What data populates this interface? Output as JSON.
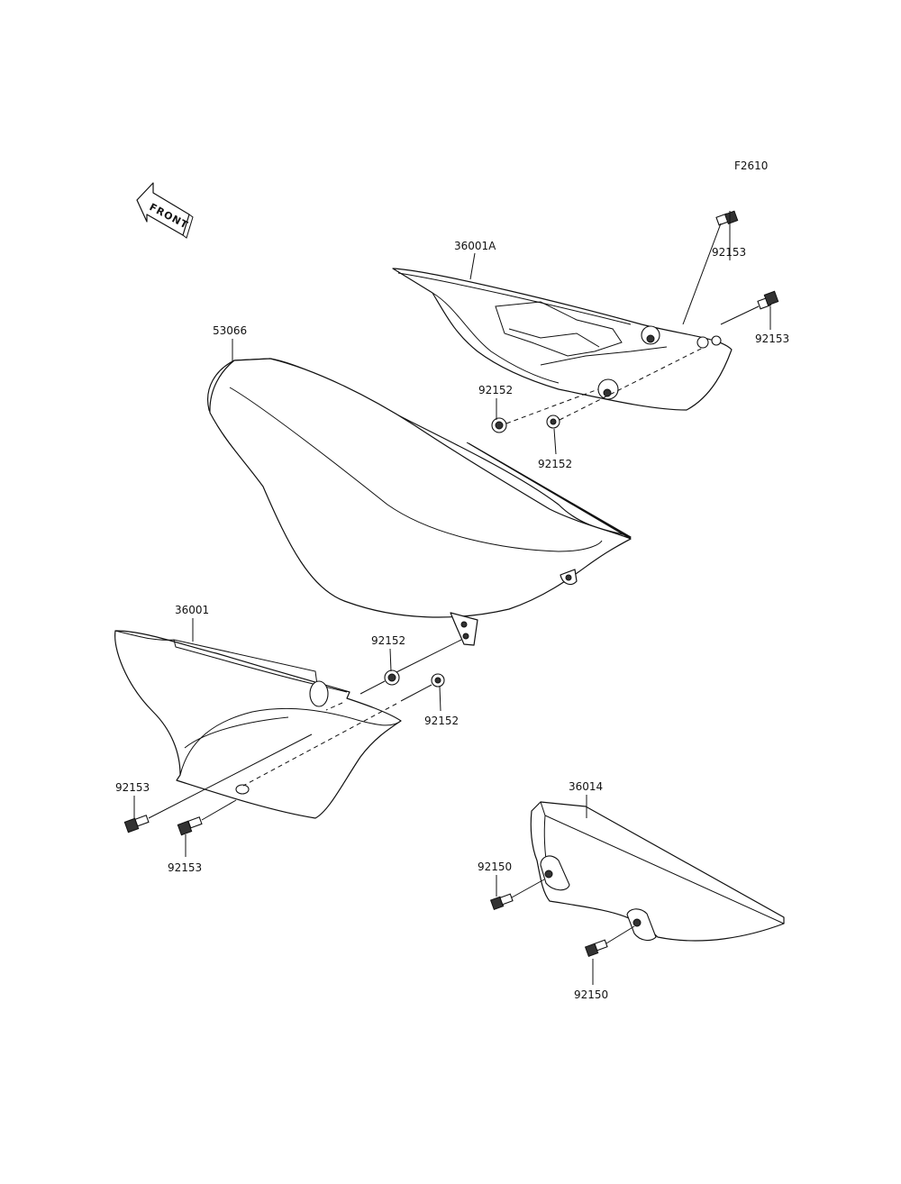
{
  "figure_code": "F2610",
  "front_arrow_label": "FRONT",
  "parts": {
    "side_cover_right": "36001A",
    "seat": "53066",
    "side_cover_left": "36001",
    "chain_cover": "36014"
  },
  "hardware": {
    "bolt_right_upper": "92153",
    "bolt_right_lower": "92153",
    "grommet_right_a": "92152",
    "grommet_right_b": "92152",
    "grommet_left_a": "92152",
    "grommet_left_b": "92152",
    "bolt_left_a": "92153",
    "bolt_left_b": "92153",
    "bolt_chain_a": "92150",
    "bolt_chain_b": "92150"
  }
}
